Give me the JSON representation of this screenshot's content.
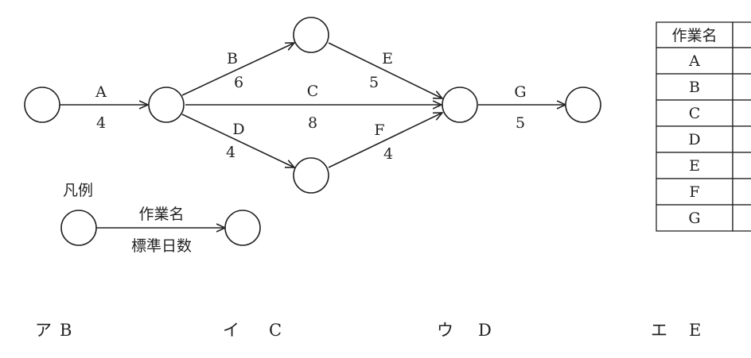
{
  "network": {
    "activities": [
      {
        "name": "A",
        "days": "4"
      },
      {
        "name": "B",
        "days": "6"
      },
      {
        "name": "C",
        "days": "8"
      },
      {
        "name": "D",
        "days": "4"
      },
      {
        "name": "E",
        "days": "5"
      },
      {
        "name": "F",
        "days": "4"
      },
      {
        "name": "G",
        "days": "5"
      }
    ]
  },
  "legend": {
    "title": "凡例",
    "top_label": "作業名",
    "bottom_label": "標準日数"
  },
  "table": {
    "header": "作業名",
    "rows": [
      "A",
      "B",
      "C",
      "D",
      "E",
      "F",
      "G"
    ]
  },
  "choices": [
    {
      "marker": "ア",
      "value": "B"
    },
    {
      "marker": "イ",
      "value": "C"
    },
    {
      "marker": "ウ",
      "value": "D"
    },
    {
      "marker": "エ",
      "value": "E"
    }
  ]
}
